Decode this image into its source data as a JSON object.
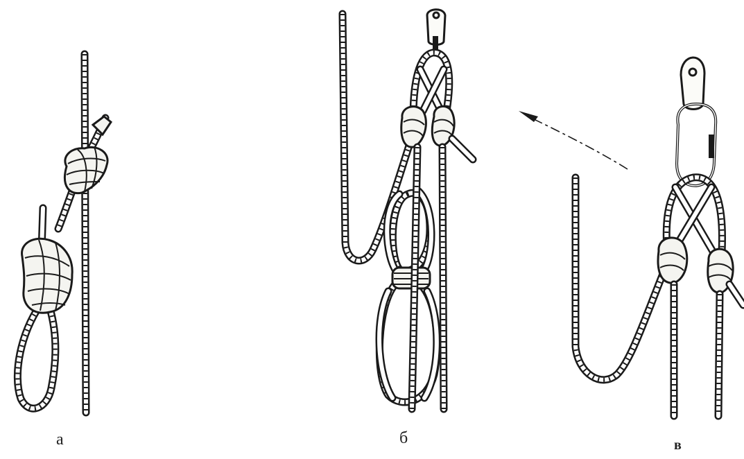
{
  "figure": {
    "labels": {
      "a": "а",
      "b": "б",
      "v": "в"
    }
  },
  "colors": {
    "ink": "#1a1a1a",
    "paper": "#ffffff"
  }
}
